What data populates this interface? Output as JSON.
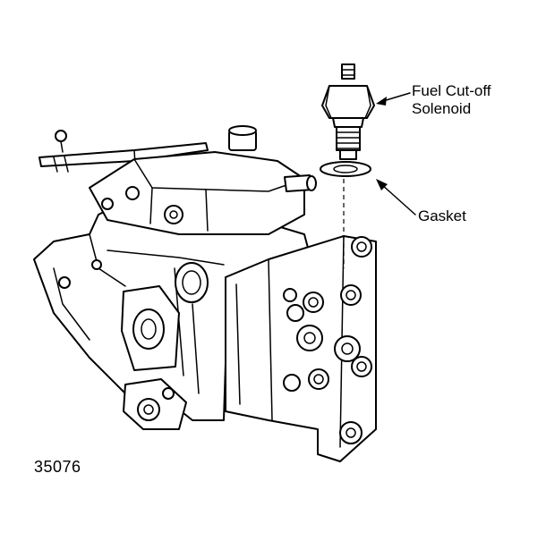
{
  "diagram": {
    "labels": {
      "solenoid_line1": "Fuel Cut-off",
      "solenoid_line2": "Solenoid",
      "gasket": "Gasket",
      "figure_number": "35076"
    }
  }
}
